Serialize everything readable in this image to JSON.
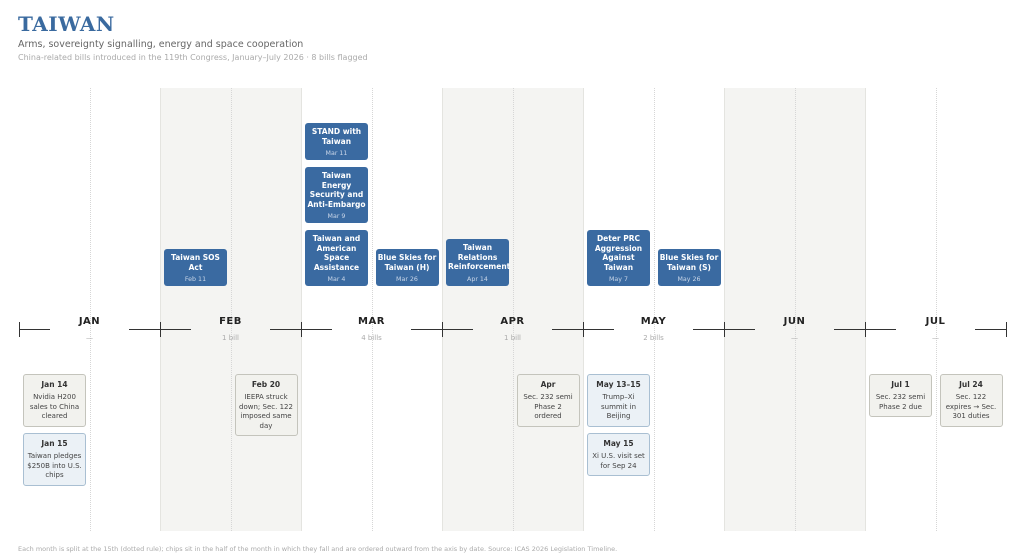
{
  "header": {
    "title": "TAIWAN",
    "subtitle": "Arms, sovereignty signalling, energy and space cooperation",
    "meta": "China-related bills introduced in the 119th Congress, January–July 2026  ·  8 bills flagged"
  },
  "chart_data": {
    "type": "timeline",
    "months": [
      {
        "label": "JAN",
        "count": "—"
      },
      {
        "label": "FEB",
        "count": "1 bill"
      },
      {
        "label": "MAR",
        "count": "4 bills"
      },
      {
        "label": "APR",
        "count": "1 bill"
      },
      {
        "label": "MAY",
        "count": "2 bills"
      },
      {
        "label": "JUN",
        "count": "—"
      },
      {
        "label": "JUL",
        "count": "—"
      }
    ],
    "shaded_months": [
      "FEB",
      "APR",
      "JUN"
    ],
    "bills": [
      {
        "title": "Taiwan SOS Act",
        "date": "Feb 11",
        "month": 1,
        "half": 0,
        "stack": 0
      },
      {
        "title": "Taiwan and American Space Assistance",
        "date": "Mar 4",
        "month": 2,
        "half": 0,
        "stack": 0
      },
      {
        "title": "Taiwan Energy Security and Anti-Embargo",
        "date": "Mar 9",
        "month": 2,
        "half": 0,
        "stack": 1
      },
      {
        "title": "STAND with Taiwan",
        "date": "Mar 11",
        "month": 2,
        "half": 0,
        "stack": 2
      },
      {
        "title": "Blue Skies for Taiwan (H)",
        "date": "Mar 26",
        "month": 2,
        "half": 1,
        "stack": 0
      },
      {
        "title": "Taiwan Relations Reinforcement",
        "date": "Apr 14",
        "month": 3,
        "half": 0,
        "stack": 0
      },
      {
        "title": "Deter PRC Aggression Against Taiwan",
        "date": "May 7",
        "month": 4,
        "half": 0,
        "stack": 0
      },
      {
        "title": "Blue Skies for Taiwan (S)",
        "date": "May 26",
        "month": 4,
        "half": 1,
        "stack": 0
      }
    ],
    "events": [
      {
        "title": "Jan 14",
        "body": "Nvidia H200 sales to China cleared",
        "month": 0,
        "half": 0,
        "stack": 0,
        "style": "grey"
      },
      {
        "title": "Jan 15",
        "body": "Taiwan pledges $250B into U.S. chips",
        "month": 0,
        "half": 0,
        "stack": 1,
        "style": "blue"
      },
      {
        "title": "Feb 20",
        "body": "IEEPA struck down; Sec. 122 imposed same day",
        "month": 1,
        "half": 1,
        "stack": 0,
        "style": "grey"
      },
      {
        "title": "Apr",
        "body": "Sec. 232 semi Phase 2 ordered",
        "month": 3,
        "half": 1,
        "stack": 0,
        "style": "grey"
      },
      {
        "title": "May 13–15",
        "body": "Trump–Xi summit in Beijing",
        "month": 4,
        "half": 0,
        "stack": 0,
        "style": "blue"
      },
      {
        "title": "May 15",
        "body": "Xi U.S. visit set for Sep 24",
        "month": 4,
        "half": 0,
        "stack": 1,
        "style": "blue"
      },
      {
        "title": "Jul 1",
        "body": "Sec. 232 semi Phase 2 due",
        "month": 6,
        "half": 0,
        "stack": 0,
        "style": "grey"
      },
      {
        "title": "Jul 24",
        "body": "Sec. 122 expires → Sec. 301 duties",
        "month": 6,
        "half": 1,
        "stack": 0,
        "style": "grey"
      }
    ]
  },
  "footnote": "Each month is split at the 15th (dotted rule); chips sit in the half of the month in which they fall and are ordered outward from the axis by date.    Source: ICAS 2026 Legislation Timeline.",
  "colors": {
    "bill": "#3a6aa1",
    "title": "#3a6a9f",
    "band": "#f4f4f2",
    "event_blue": "#ebf1f6"
  }
}
